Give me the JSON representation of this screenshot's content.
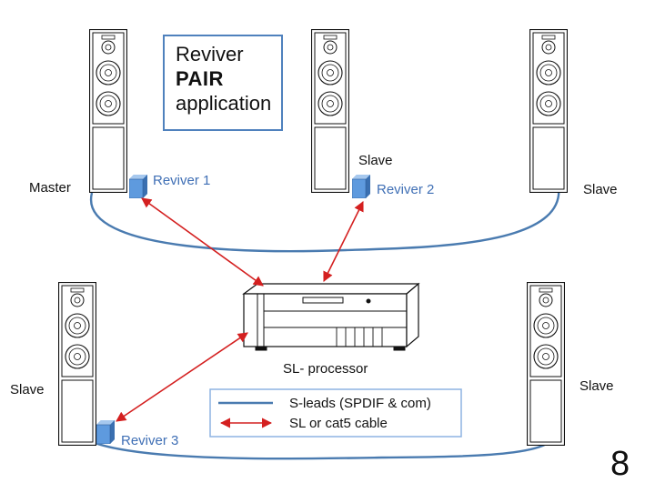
{
  "title": {
    "line1": "Reviver",
    "line2": "PAIR",
    "line3": "application"
  },
  "speakers": {
    "master_label": "Master",
    "slave_top_middle_label": "Slave",
    "slave_top_right_label": "Slave",
    "slave_bottom_left_label": "Slave",
    "slave_bottom_right_label": "Slave"
  },
  "revivers": {
    "r1": "Reviver 1",
    "r2": "Reviver 2",
    "r3": "Reviver 3"
  },
  "processor": {
    "label": "SL- processor"
  },
  "legend": {
    "s_leads": "S-leads (SPDIF & com)",
    "sl_cable": "SL or cat5 cable"
  },
  "page_number": "8",
  "colors": {
    "s_lead": "#4a7bb0",
    "sl_cable": "#d42020",
    "reviver_text": "#3f6fb5",
    "box_border": "#4f81bd",
    "legend_border": "#8db3e2"
  }
}
